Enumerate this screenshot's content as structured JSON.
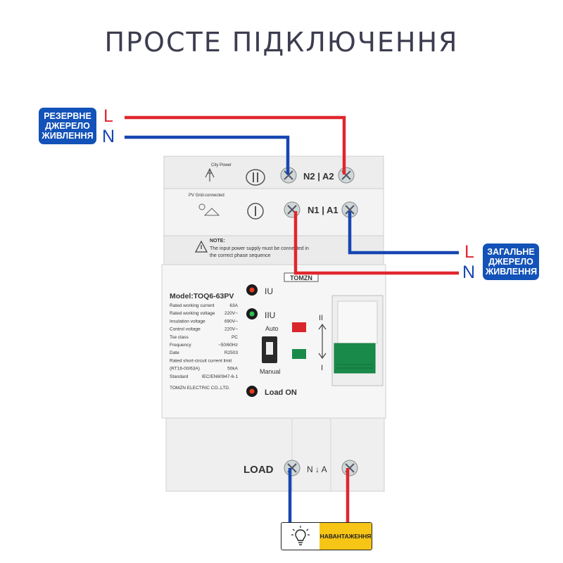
{
  "title": "ПРОСТЕ ПІДКЛЮЧЕННЯ",
  "backup_source": {
    "label": "РЕЗЕРВНЕ ДЖЕРЕЛО ЖИВЛЕННЯ",
    "line_l": "L",
    "line_n": "N"
  },
  "main_source": {
    "label": "ЗАГАЛЬНЕ ДЖЕРЕЛО ЖИВЛЕННЯ",
    "line_l": "L",
    "line_n": "N"
  },
  "load": {
    "label": "НАВАНТАЖЕННЯ",
    "icon": "lightbulb-icon"
  },
  "colors": {
    "live": "#e0262d",
    "neutral": "#1746b2",
    "badge": "#1352b8",
    "load_bg": "#f6c516",
    "green": "#1a8a4a"
  },
  "device": {
    "city_power": "City Power",
    "pv_grid": "PV Grid-connected",
    "terminal_top": "N2 | A2",
    "terminal_mid": "N1 | A1",
    "note_title": "NOTE:",
    "note_line1": "The input power supply must be connected in",
    "note_line2": "the correct phase sequence",
    "brand": "TOMZN",
    "model": "Model:TOQ6-63PV",
    "specs": [
      {
        "k": "Rated working current",
        "v": "63A"
      },
      {
        "k": "Rated working voltage",
        "v": "220V~"
      },
      {
        "k": "Insulation voltage",
        "v": "690V~"
      },
      {
        "k": "Control voltage",
        "v": "220V~"
      },
      {
        "k": "Tse class",
        "v": "PC"
      },
      {
        "k": "Frequency",
        "v": "~50/60Hz"
      },
      {
        "k": "Date",
        "v": "R2503"
      },
      {
        "k": "Rated short-circuit current limit",
        "v": ""
      },
      {
        "k": "(RT16-00/63A)",
        "v": "50kA"
      },
      {
        "k": "Standard",
        "v": "IEC/EN60947-6-1"
      }
    ],
    "manufacturer": "TOMZN ELECTRIC CO.,LTD.",
    "ind_iu": "IU",
    "ind_iiu": "IIU",
    "auto": "Auto",
    "manual": "Manual",
    "load_on": "Load ON",
    "pos_ii": "II",
    "pos_i": "I",
    "load_text": "LOAD",
    "load_terminal": "N  ↓  A"
  }
}
